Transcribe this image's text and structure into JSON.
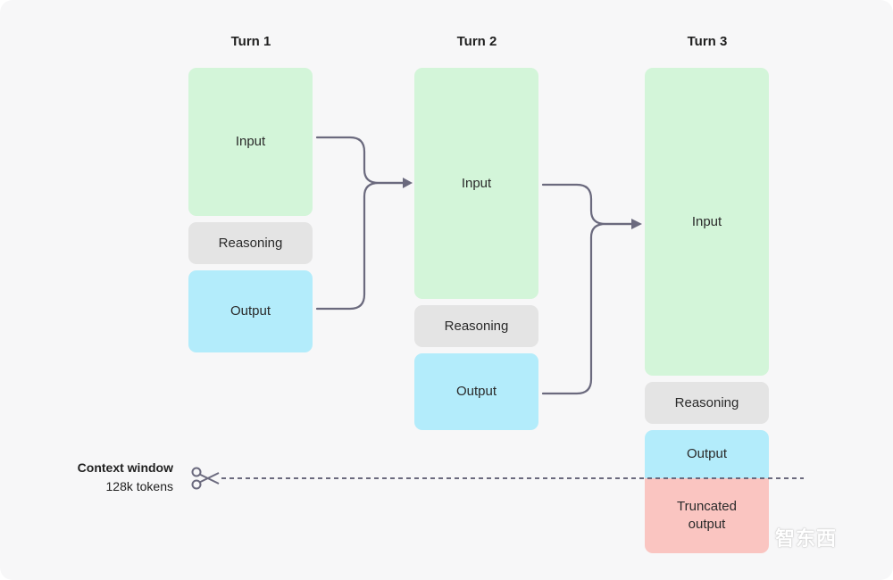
{
  "turns": [
    {
      "title": "Turn 1",
      "input": "Input",
      "reasoning": "Reasoning",
      "output": "Output"
    },
    {
      "title": "Turn 2",
      "input": "Input",
      "reasoning": "Reasoning",
      "output": "Output"
    },
    {
      "title": "Turn 3",
      "input": "Input",
      "reasoning": "Reasoning",
      "output": "Output",
      "truncated": "Truncated output"
    }
  ],
  "context_window": {
    "title": "Context window",
    "tokens": "128k tokens"
  },
  "watermark": "智东西",
  "colors": {
    "input": "#d3f5d9",
    "reasoning": "#e4e4e4",
    "output": "#b3ecfb",
    "truncated": "#fac5c1",
    "arrow": "#6b6a7e",
    "background": "#f7f7f8"
  },
  "icons": {
    "cut_marker": "scissors-icon"
  }
}
